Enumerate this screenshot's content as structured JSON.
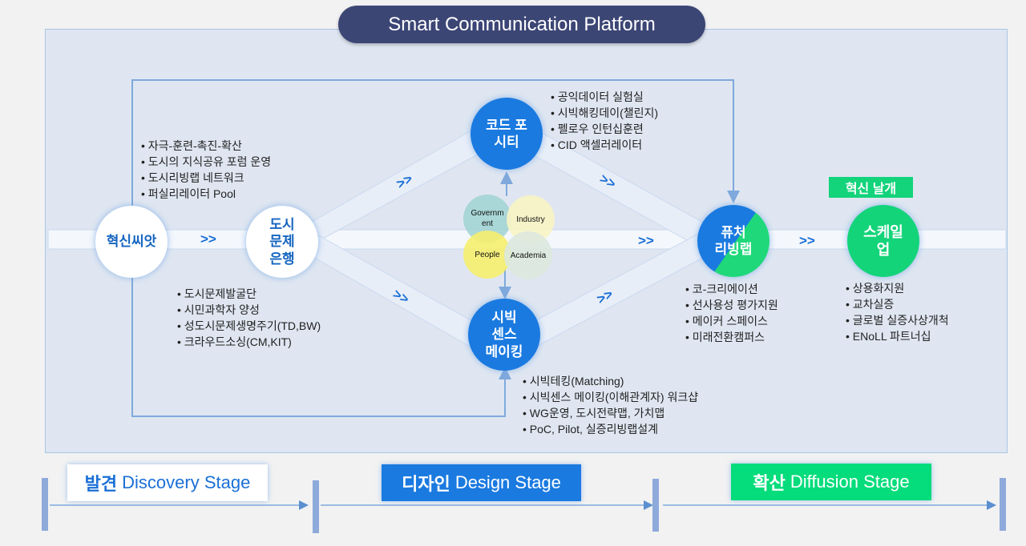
{
  "title": "Smart Communication Platform",
  "nodes": {
    "innovation_seed": {
      "label": "혁신씨앗"
    },
    "city_problem_bank": {
      "lines": [
        "도시",
        "문제",
        "은행"
      ]
    },
    "code_for_city": {
      "lines": [
        "코드 포",
        "시티"
      ]
    },
    "civic_sense_making": {
      "lines": [
        "시빅",
        "센스",
        "메이킹"
      ]
    },
    "future_living_lab": {
      "lines": [
        "퓨처",
        "리빙랩"
      ]
    },
    "scale_up": {
      "lines": [
        "스케일",
        "업"
      ]
    }
  },
  "venn": [
    "Governm ent",
    "Industry",
    "People",
    "Academia"
  ],
  "chevron": ">>",
  "innovation_wing_tag": "혁신 날개",
  "bullet_lists": {
    "seed_top": [
      "자극-훈련-촉진-확산",
      "도시의 지식공유 포럼 운영",
      "도시리빙랩 네트워크",
      "퍼실리레이터 Pool"
    ],
    "problem_bank_bottom": [
      "도시문제발굴단",
      "시민과학자 양성",
      "성도시문제생명주기(TD,BW)",
      "크라우드소싱(CM,KIT)"
    ],
    "code_for_city_right": [
      "공익데이터 실험실",
      "시빅해킹데이(챌린지)",
      "펠로우 인턴십훈련",
      "CID 액셀러레이터"
    ],
    "civic_sense_bottom": [
      "시빅테킹(Matching)",
      "시빅센스 메이킹(이해관계자) 워크샵",
      "WG운영, 도시전략맵, 가치맵",
      "PoC, Pilot, 실증리빙랩설계"
    ],
    "future_lab_bottom": [
      "코-크리에이션",
      "선사용성 평가지원",
      "메이커 스페이스",
      "미래전환캠퍼스"
    ],
    "scale_up_bottom": [
      "상용화지원",
      "교차실증",
      "글로벌 실증사상개척",
      "ENoLL 파트너십"
    ]
  },
  "stages": [
    {
      "ko": "발견",
      "en": "Discovery Stage",
      "bg": "#ffffff",
      "fg": "#1a6fd6"
    },
    {
      "ko": "디자인",
      "en": "Design Stage",
      "bg": "#1a7ae0",
      "fg": "#ffffff"
    },
    {
      "ko": "확산",
      "en": "Diffusion Stage",
      "bg": "#05dc7b",
      "fg": "#ffffff"
    }
  ],
  "colors": {
    "title_bg": "#3c4675",
    "primary_blue": "#1a7ae0",
    "accent_green": "#13d37b",
    "panel_bg": "#dfe6f1"
  }
}
